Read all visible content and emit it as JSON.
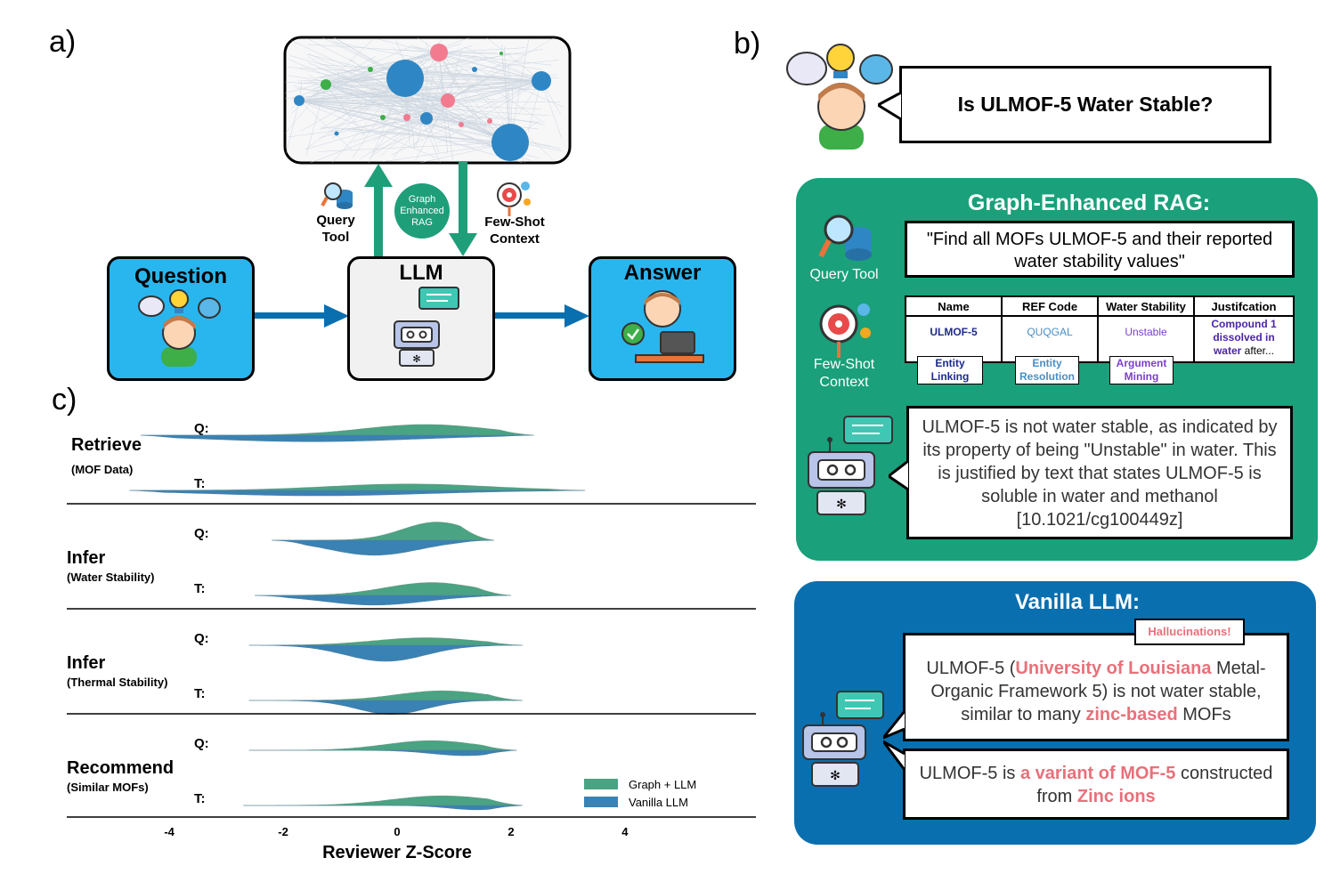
{
  "panel_labels": {
    "a": "a)",
    "b": "b)",
    "c": "c)"
  },
  "panel_a": {
    "graph_enhanced_rag": [
      "Graph",
      "Enhanced",
      "RAG"
    ],
    "query_tool": [
      "Query",
      "Tool"
    ],
    "few_shot_context": [
      "Few-Shot",
      "Context"
    ],
    "question": "Question",
    "llm": "LLM",
    "answer": "Answer",
    "colors": {
      "box_blue": "#29b6ee",
      "arrow_blue": "#0a6fae",
      "arrow_green": "#1f9e7a",
      "node_blue": "#2f86c4",
      "node_pink": "#f27b8f",
      "node_green": "#3dae48"
    }
  },
  "panel_b": {
    "question": "Is ULMOF-5 Water Stable?",
    "graph_rag": {
      "title": "Graph-Enhanced RAG:",
      "query_tool_label": "Query Tool",
      "query_text": "\"Find all MOFs ULMOF-5 and their reported water stability values\"",
      "few_shot_label": [
        "Few-Shot",
        "Context"
      ],
      "table_headers": [
        "Name",
        "REF Code",
        "Water Stability",
        "Justifcation"
      ],
      "row": {
        "name": "ULMOF-5",
        "ref": "QUQGAL",
        "stability": "Unstable",
        "justification_colored": "Compound 1 dissolved in water",
        "justification_rest": " after..."
      },
      "tags": [
        [
          "Entity",
          "Linking"
        ],
        [
          "Entity",
          "Resolution"
        ],
        [
          "Argument",
          "Mining"
        ]
      ],
      "answer": "ULMOF-5 is not water stable, as indicated by its property of being \"Unstable\" in water. This is justified by text that states ULMOF-5 is soluble in water and methanol [10.1021/cg100449z]",
      "color": "#1aa07a"
    },
    "vanilla": {
      "title": "Vanilla LLM:",
      "hallucination_tag": "Hallucinations!",
      "answer1": {
        "p1": "ULMOF-5 (",
        "h1": "University of Louisiana",
        "p2": " Metal-Organic Framework 5) is not water stable, similar to many ",
        "h2": "zinc-based",
        "p3": " MOFs"
      },
      "answer2": {
        "p1": "ULMOF-5 is ",
        "h1": "a variant of MOF-5",
        "p2": " constructed from ",
        "h2": "Zinc ions"
      },
      "color": "#0a6fae"
    }
  },
  "chart_data": {
    "type": "area",
    "title": "",
    "xlabel": "Reviewer Z-Score",
    "ylabel": "",
    "xlim": [
      -5.8,
      6.3
    ],
    "x_ticks": [
      -4,
      -2,
      0,
      2,
      4
    ],
    "legend": {
      "placement": "bottom-right",
      "entries": [
        "Graph + LLM",
        "Vanilla LLM"
      ]
    },
    "series_colors": {
      "Graph + LLM": "#4aa382",
      "Vanilla LLM": "#3a82b3"
    },
    "groups": [
      {
        "name": "Retrieve",
        "sub": "(MOF Data)",
        "rows": [
          {
            "label": "Q:",
            "graph": {
              "min": -4.5,
              "max": 2.4,
              "peak": 0.5,
              "spread": 1.1,
              "height": 0.5
            },
            "vanilla": {
              "min": -4.5,
              "max": 2.4,
              "peak": -1.5,
              "spread": 1.8,
              "height": 0.3
            }
          },
          {
            "label": "T:",
            "graph": {
              "min": -4.7,
              "max": 3.3,
              "peak": 0.2,
              "spread": 1.4,
              "height": 0.3
            },
            "vanilla": {
              "min": -4.7,
              "max": 3.3,
              "peak": -1.4,
              "spread": 1.9,
              "height": 0.25
            }
          }
        ]
      },
      {
        "name": "Infer",
        "sub": "(Water Stability)",
        "rows": [
          {
            "label": "Q:",
            "graph": {
              "min": -2.2,
              "max": 1.7,
              "peak": 0.7,
              "spread": 0.6,
              "height": 0.85
            },
            "vanilla": {
              "min": -2.2,
              "max": 1.7,
              "peak": -0.4,
              "spread": 0.8,
              "height": 0.7
            }
          },
          {
            "label": "T:",
            "graph": {
              "min": -2.5,
              "max": 2.0,
              "peak": 0.6,
              "spread": 0.8,
              "height": 0.6
            },
            "vanilla": {
              "min": -2.5,
              "max": 2.0,
              "peak": -0.4,
              "spread": 0.9,
              "height": 0.45
            }
          }
        ]
      },
      {
        "name": "Infer",
        "sub": "(Thermal Stability)",
        "rows": [
          {
            "label": "Q:",
            "graph": {
              "min": -2.6,
              "max": 2.2,
              "peak": 0.5,
              "spread": 0.9,
              "height": 0.35
            },
            "vanilla": {
              "min": -2.6,
              "max": 2.2,
              "peak": -0.2,
              "spread": 0.7,
              "height": 0.75
            }
          },
          {
            "label": "T:",
            "graph": {
              "min": -2.6,
              "max": 2.2,
              "peak": 0.8,
              "spread": 0.8,
              "height": 0.45
            },
            "vanilla": {
              "min": -2.6,
              "max": 2.2,
              "peak": -0.1,
              "spread": 0.6,
              "height": 0.65
            }
          }
        ]
      },
      {
        "name": "Recommend",
        "sub": "(Similar MOFs)",
        "rows": [
          {
            "label": "Q:",
            "graph": {
              "min": -2.6,
              "max": 2.1,
              "peak": 0.6,
              "spread": 0.8,
              "height": 0.45
            },
            "vanilla": {
              "min": -2.6,
              "max": 2.1,
              "peak": 1.2,
              "spread": 0.6,
              "height": 0.25
            }
          },
          {
            "label": "T:",
            "graph": {
              "min": -2.7,
              "max": 2.2,
              "peak": 0.8,
              "spread": 0.9,
              "height": 0.45
            },
            "vanilla": {
              "min": -2.7,
              "max": 2.2,
              "peak": 1.4,
              "spread": 0.5,
              "height": 0.2
            }
          }
        ]
      }
    ]
  }
}
